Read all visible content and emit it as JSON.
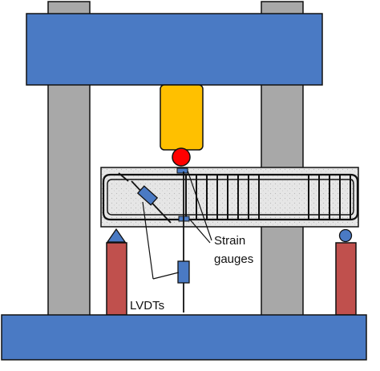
{
  "labels": {
    "strain_line1": "Strain",
    "strain_line2": "gauges",
    "lvdts": "LVDTs"
  },
  "colors": {
    "frame_blue": "#4a7ac4",
    "column_gray": "#a8a8a8",
    "actuator_yellow": "#ffc000",
    "load_ball_red": "#ff0000",
    "support_red": "#c0504d",
    "support_seat_blue": "#4a7ac4",
    "instrument_blue": "#4a7ac4",
    "beam_fill": "#e6e6e6",
    "outline": "#111111"
  },
  "icons": {
    "pin_support": "triangle-pin",
    "roller_support": "circle-roller"
  }
}
